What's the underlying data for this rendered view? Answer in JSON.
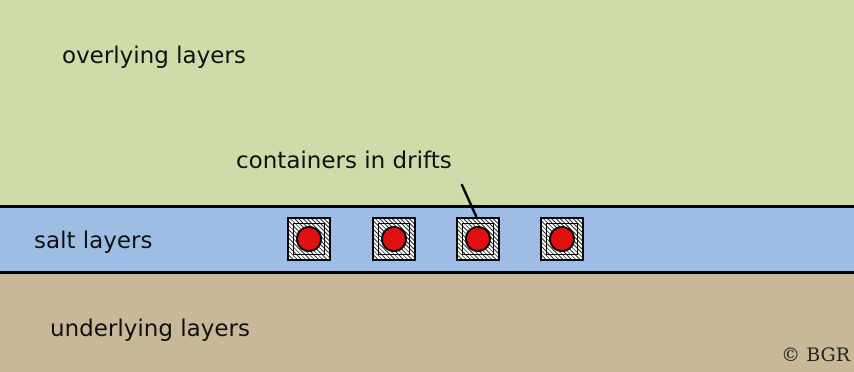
{
  "diagram": {
    "labels": {
      "overlying": "overlying layers",
      "drifts": "containers in drifts",
      "salt": "salt layers",
      "underlying": "underlying layers"
    },
    "copyright": "© BGR",
    "colors": {
      "overlying": "#cddca9",
      "salt": "#9dbde4",
      "underlying": "#c8b897",
      "canister": "#e01010",
      "boundary": "#000000"
    },
    "container_count": 4
  }
}
